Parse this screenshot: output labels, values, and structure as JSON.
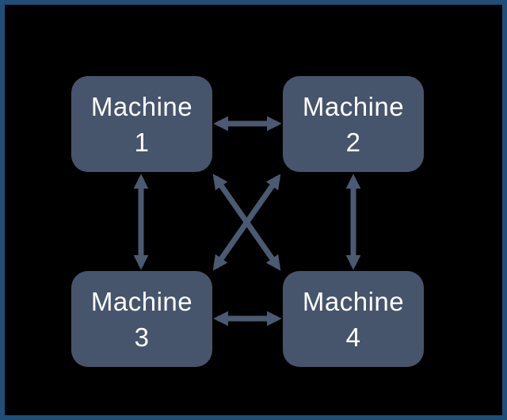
{
  "colors": {
    "background": "#000000",
    "frame_border": "#1F4E79",
    "node_fill": "#46556C",
    "arrow": "#4A5A72",
    "node_text": "#FFFFFF"
  },
  "nodes": [
    {
      "id": "machine-1",
      "label": "Machine 1",
      "line1": "Machine",
      "line2": "1"
    },
    {
      "id": "machine-2",
      "label": "Machine 2",
      "line1": "Machine",
      "line2": "2"
    },
    {
      "id": "machine-3",
      "label": "Machine 3",
      "line1": "Machine",
      "line2": "3"
    },
    {
      "id": "machine-4",
      "label": "Machine 4",
      "line1": "Machine",
      "line2": "4"
    }
  ],
  "edges": [
    {
      "from": "machine-1",
      "to": "machine-2",
      "direction": "bidirectional"
    },
    {
      "from": "machine-3",
      "to": "machine-4",
      "direction": "bidirectional"
    },
    {
      "from": "machine-1",
      "to": "machine-3",
      "direction": "bidirectional"
    },
    {
      "from": "machine-2",
      "to": "machine-4",
      "direction": "bidirectional"
    },
    {
      "from": "machine-1",
      "to": "machine-4",
      "direction": "bidirectional"
    },
    {
      "from": "machine-2",
      "to": "machine-3",
      "direction": "bidirectional"
    }
  ]
}
